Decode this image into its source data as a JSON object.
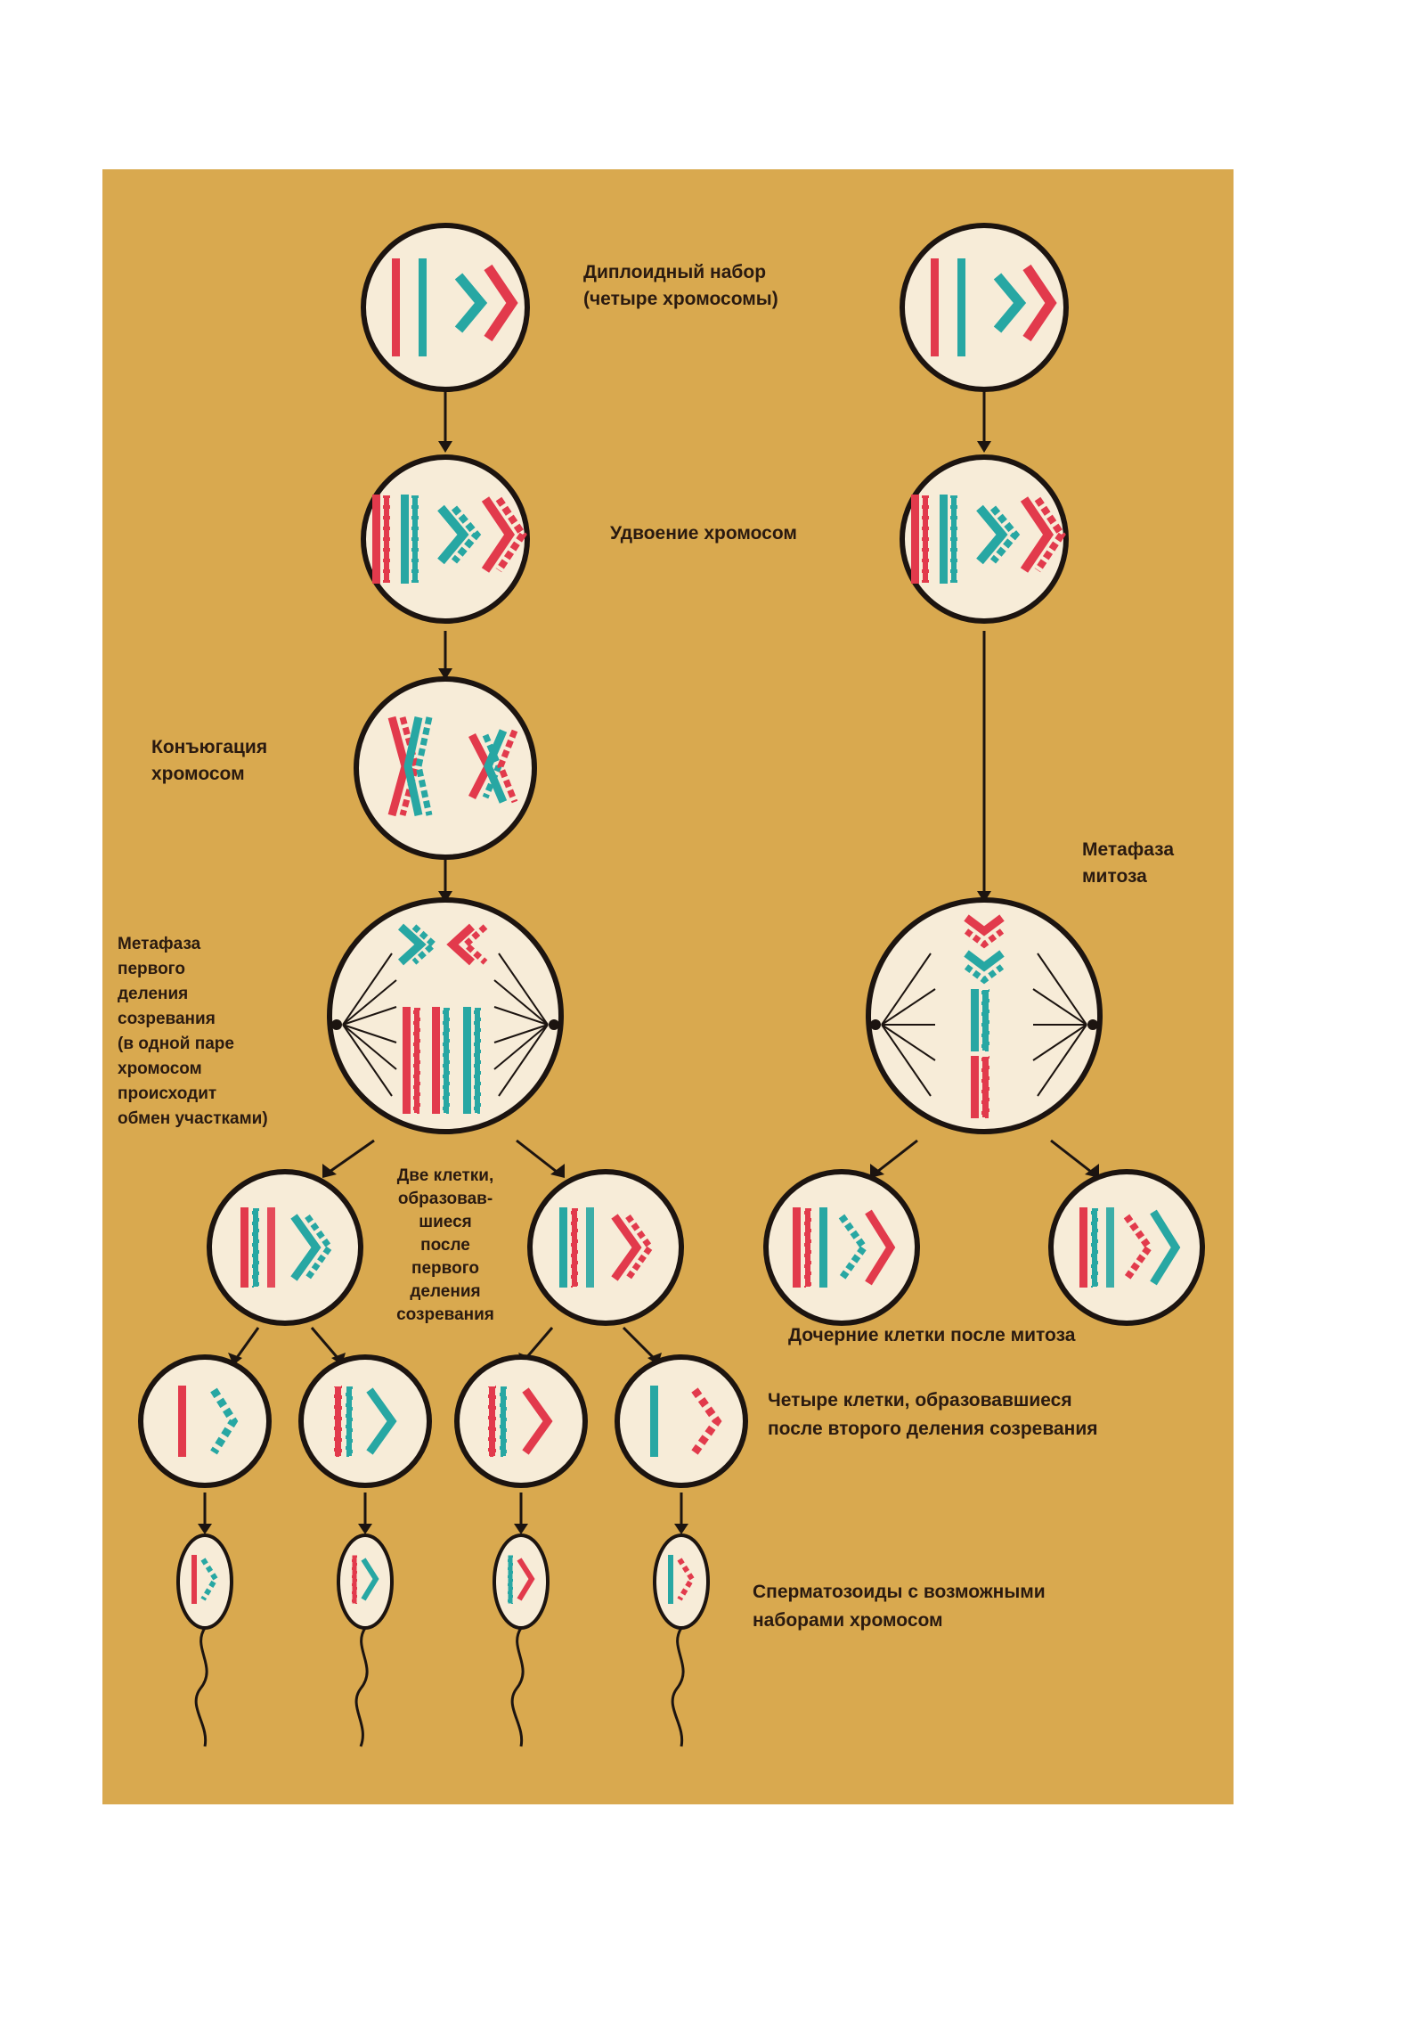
{
  "colors": {
    "background": "#d9a94f",
    "cell_fill": "#f7ecd8",
    "cell_stroke": "#1c1410",
    "chromosome_red": "#e23a4c",
    "chromosome_teal": "#27a7a3",
    "text": "#2a1a10"
  },
  "labels": {
    "diploid_set": [
      "Диплоидный набор",
      "(четыре хромосомы)"
    ],
    "chromosome_doubling": [
      "Удвоение хромосом"
    ],
    "conjugation": [
      "Конъюгация",
      "хромосом"
    ],
    "metaphase_mitosis": [
      "Метафаза",
      "митоза"
    ],
    "metaphase_first_division": [
      "Метафаза",
      "первого",
      "деления",
      "созревания",
      "(в одной паре",
      "хромосом",
      "происходит",
      "обмен участками)"
    ],
    "two_cells": [
      "Две клетки,",
      "образовав-",
      "шиеся",
      "после",
      "первого",
      "деления",
      "созревания"
    ],
    "daughter_cells": [
      "Дочерние клетки после митоза"
    ],
    "four_cells": [
      "Четыре клетки, образовавшиеся",
      "после второго деления созревания"
    ],
    "spermatozoa": [
      "Сперматозоиды с возможными",
      "наборами хромосом"
    ]
  }
}
